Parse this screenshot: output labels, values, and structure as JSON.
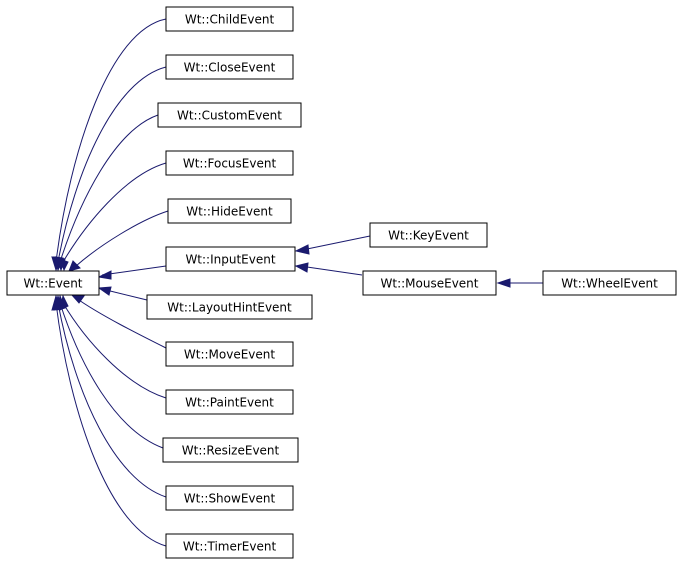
{
  "diagram": {
    "nodes": {
      "event": "Wt::Event",
      "child_event": "Wt::ChildEvent",
      "close_event": "Wt::CloseEvent",
      "custom_event": "Wt::CustomEvent",
      "focus_event": "Wt::FocusEvent",
      "hide_event": "Wt::HideEvent",
      "input_event": "Wt::InputEvent",
      "layout_hint_event": "Wt::LayoutHintEvent",
      "move_event": "Wt::MoveEvent",
      "paint_event": "Wt::PaintEvent",
      "resize_event": "Wt::ResizeEvent",
      "show_event": "Wt::ShowEvent",
      "timer_event": "Wt::TimerEvent",
      "key_event": "Wt::KeyEvent",
      "mouse_event": "Wt::MouseEvent",
      "wheel_event": "Wt::WheelEvent"
    },
    "colors": {
      "edge": "#1a1a6e",
      "box_border": "#000000",
      "background": "#ffffff"
    }
  }
}
